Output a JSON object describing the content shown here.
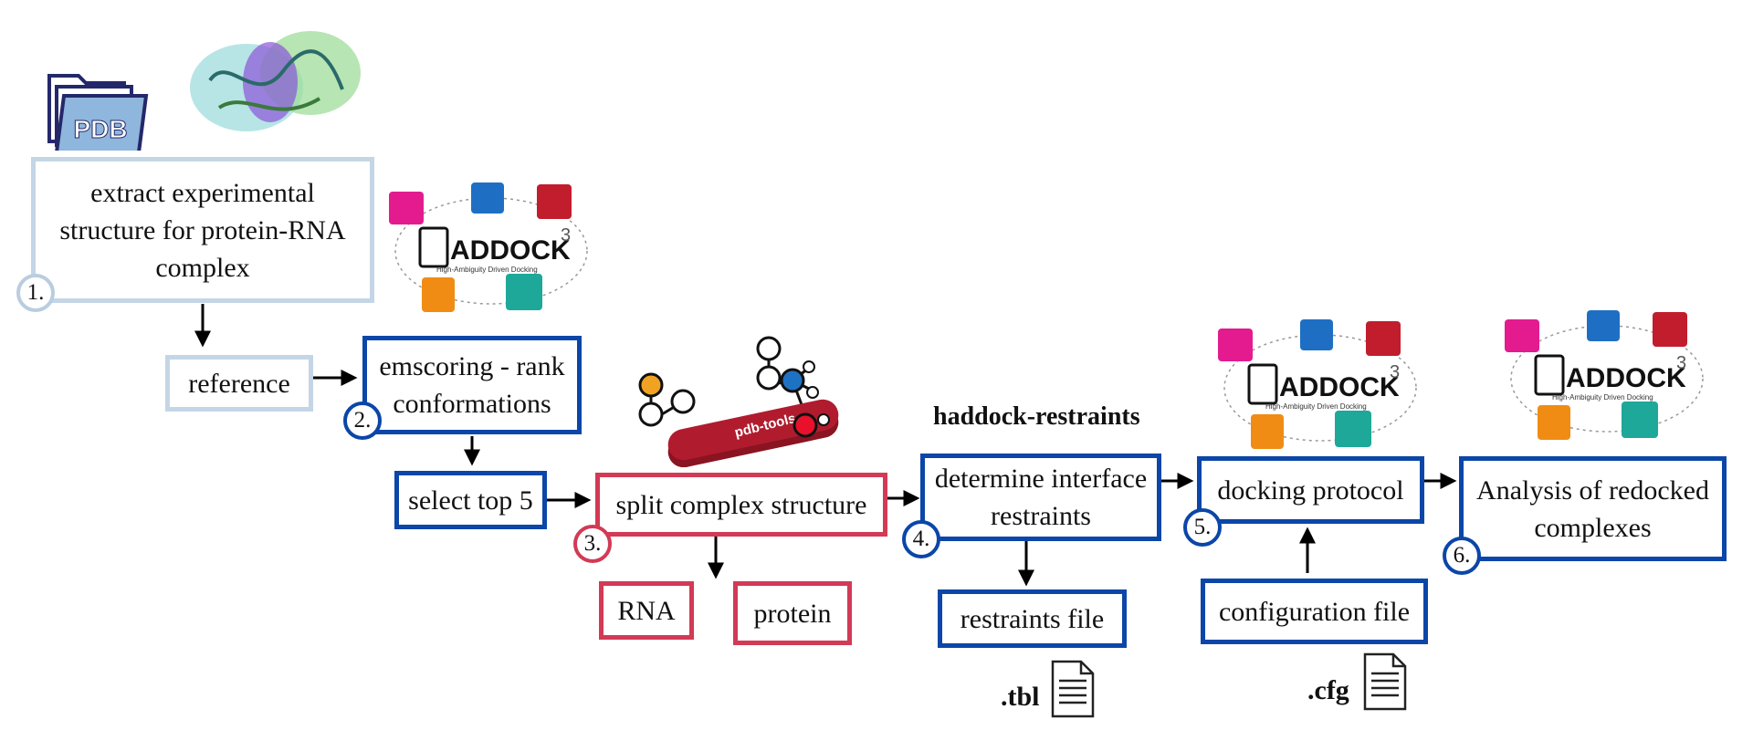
{
  "steps": {
    "extract": "extract experimental structure for protein-RNA complex",
    "reference": "reference",
    "emscoring": "emscoring - rank conformations",
    "select": "select top 5",
    "split": "split complex structure",
    "rna": "RNA",
    "protein": "protein",
    "interface": "determine interface restraints",
    "restraints_file": "restraints file",
    "docking": "docking protocol",
    "config": "configuration file",
    "analysis": "Analysis of redocked complexes"
  },
  "badges": [
    "1.",
    "2.",
    "3.",
    "4.",
    "5.",
    "6."
  ],
  "labels": {
    "haddock_restraints": "haddock-restraints",
    "tbl": ".tbl",
    "cfg": ".cfg",
    "pdb": "PDB",
    "pdb_tools": "pdb-tools",
    "haddock_word": "ADDOCK",
    "haddock_sup": "3",
    "haddock_sub": "High-Ambiguity Driven Docking"
  },
  "colors": {
    "light_blue": "#c4d6e6",
    "dark_blue": "#0b46a8",
    "red": "#d23a55",
    "pdb_navy": "#24286a",
    "pdb_tools_red": "#b01c2e"
  },
  "icons": [
    "pdb-folder-icon",
    "protein-structure-icon",
    "haddock-logo-icon",
    "pdb-tools-icon",
    "document-icon"
  ]
}
